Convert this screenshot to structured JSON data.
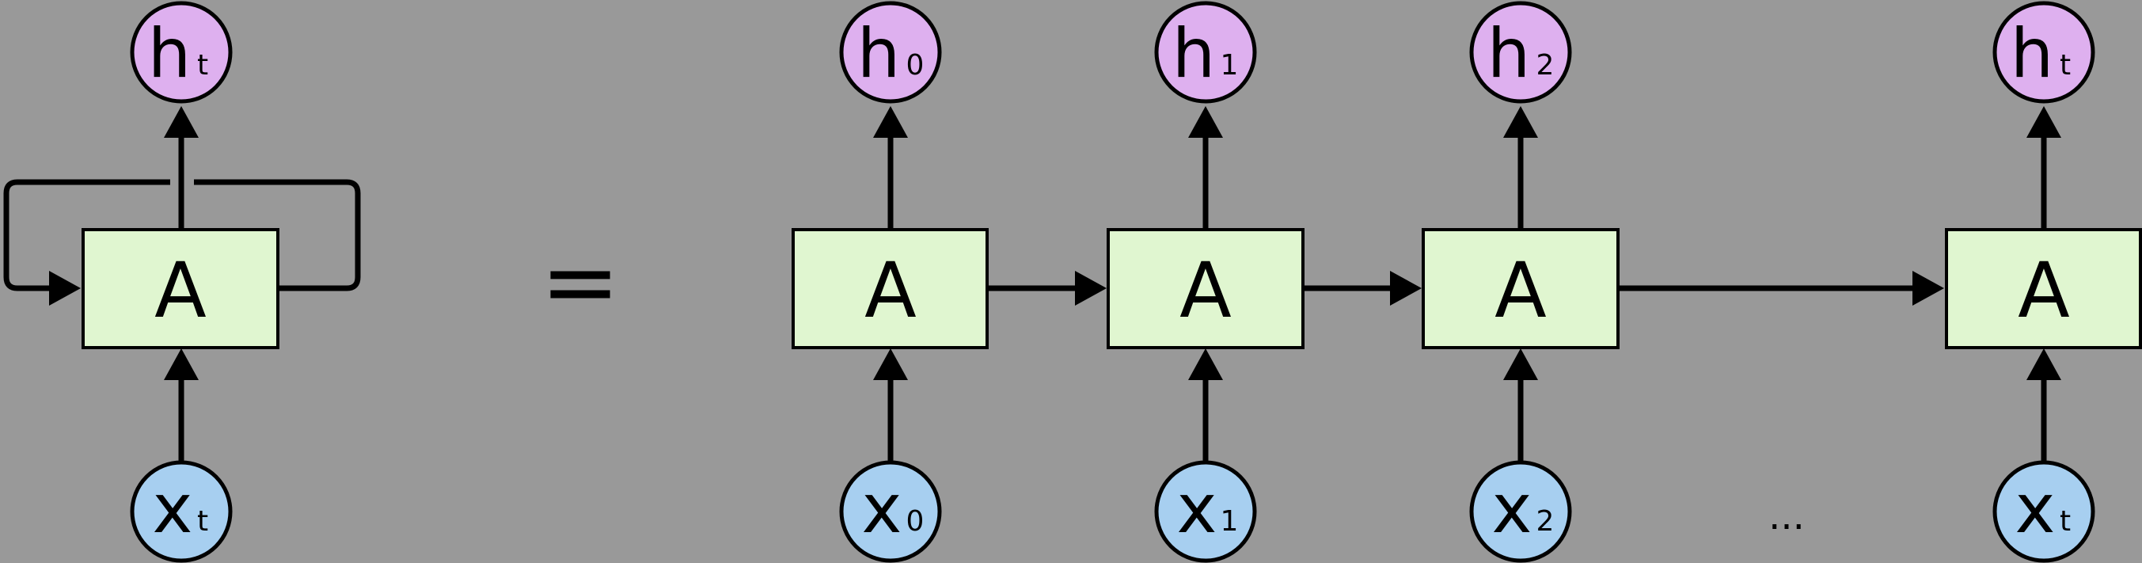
{
  "colors": {
    "background": "#999999",
    "cell_fill": "#e0f6d0",
    "output_fill": "#deb0ef",
    "input_fill": "#a7cff0",
    "stroke": "#000000"
  },
  "diagram": {
    "equals": "=",
    "ellipsis": "...",
    "rolled": {
      "cell_label": "A",
      "output": {
        "main": "h",
        "sub": "t"
      },
      "input": {
        "main": "x",
        "sub": "t"
      }
    },
    "unrolled": [
      {
        "cell_label": "A",
        "output": {
          "main": "h",
          "sub": "0"
        },
        "input": {
          "main": "x",
          "sub": "0"
        }
      },
      {
        "cell_label": "A",
        "output": {
          "main": "h",
          "sub": "1"
        },
        "input": {
          "main": "x",
          "sub": "1"
        }
      },
      {
        "cell_label": "A",
        "output": {
          "main": "h",
          "sub": "2"
        },
        "input": {
          "main": "x",
          "sub": "2"
        }
      },
      {
        "cell_label": "A",
        "output": {
          "main": "h",
          "sub": "t"
        },
        "input": {
          "main": "x",
          "sub": "t"
        }
      }
    ]
  }
}
